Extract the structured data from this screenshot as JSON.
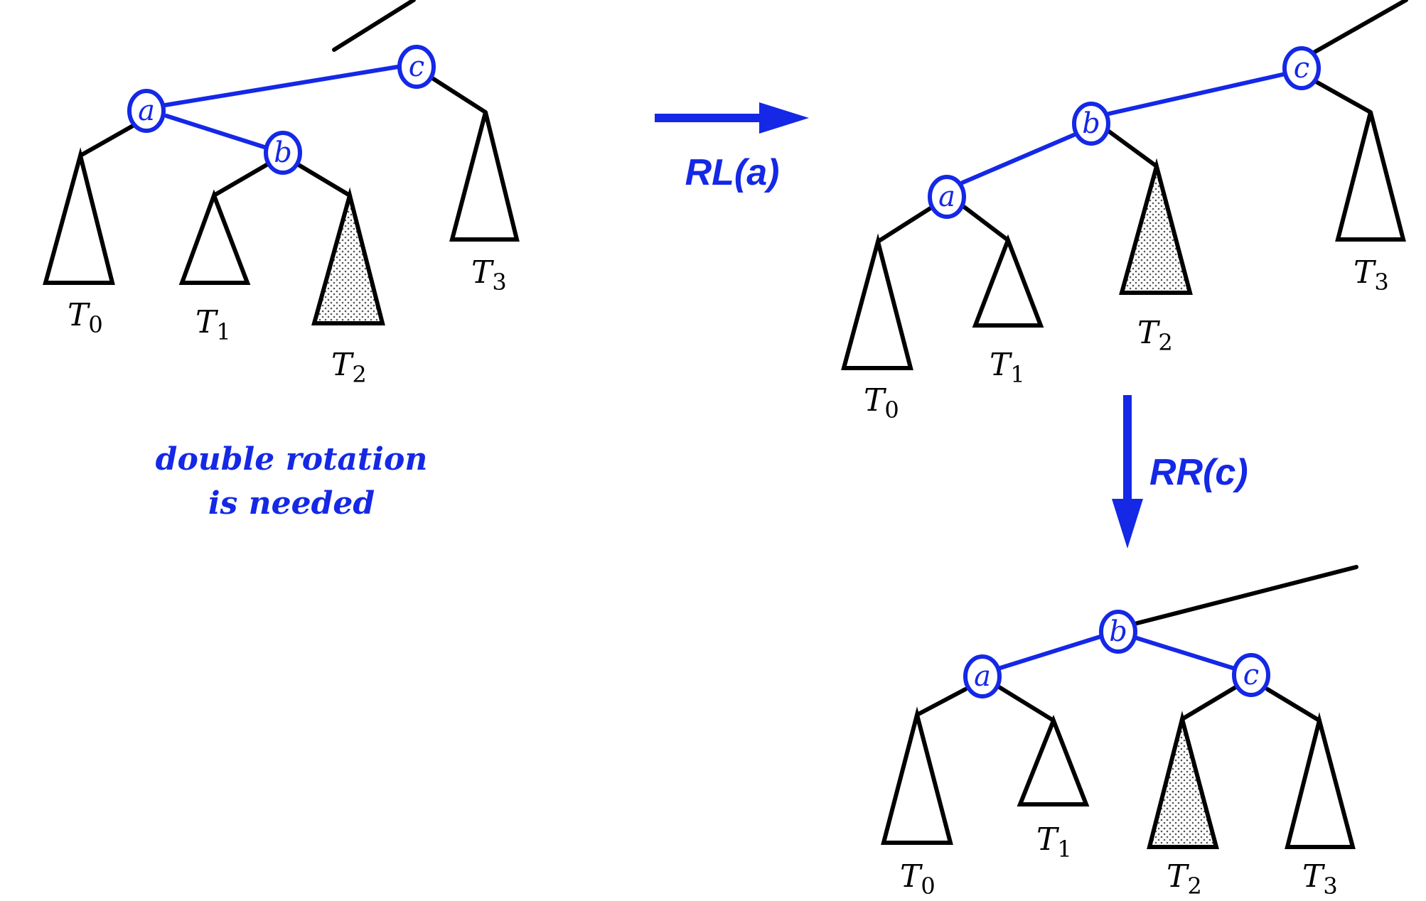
{
  "subtrees": {
    "t0": {
      "name": "T",
      "sub": "0"
    },
    "t1": {
      "name": "T",
      "sub": "1"
    },
    "t2": {
      "name": "T",
      "sub": "2"
    },
    "t3": {
      "name": "T",
      "sub": "3"
    }
  },
  "nodes": {
    "a": "a",
    "b": "b",
    "c": "c"
  },
  "operations": {
    "first": "RL(a)",
    "second": "RR(c)"
  },
  "note": {
    "line1": "double rotation",
    "line2": "is needed"
  },
  "colors": {
    "highlight": "#1428e6",
    "tree": "#000000"
  }
}
